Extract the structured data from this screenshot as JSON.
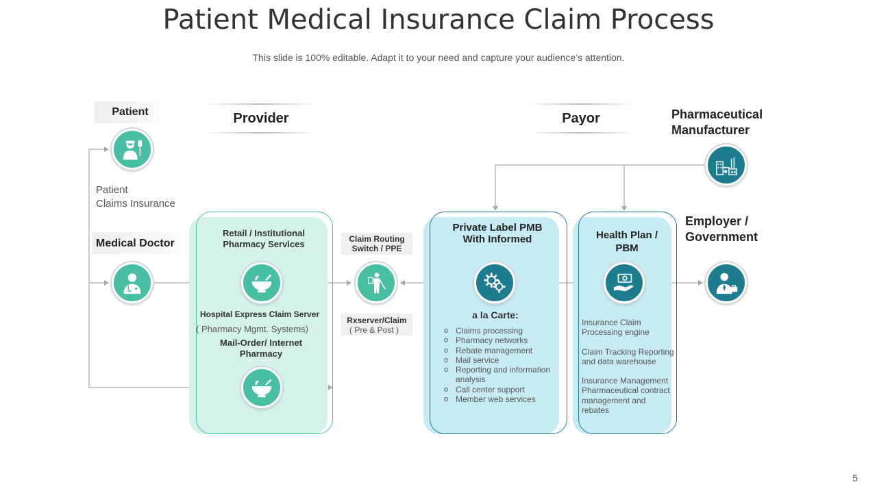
{
  "title": "Patient Medical Insurance Claim Process",
  "subtitle": "This slide is 100% editable. Adapt it to your need and capture your audience’s attention.",
  "page_number": "5",
  "colors": {
    "teal": "#48bfa3",
    "dark_teal": "#1d7d8e",
    "mint_panel": "#d4f1ea",
    "blue_panel": "#c7ebf2"
  },
  "left": {
    "patient_label": "Patient",
    "patient_claims": [
      "Patient",
      "Claims Insurance"
    ],
    "doctor_label": "Medical Doctor"
  },
  "sections": {
    "provider": "Provider",
    "payor": "Payor"
  },
  "provider_panel": {
    "top_title": "Retail / Institutional Pharmacy Services",
    "server_label": "Hospital Express Claim Server",
    "server_sub": "( Pharmacy Mgmt. Systems)",
    "mail_title": "Mail-Order/ Internet Pharmacy"
  },
  "switch": {
    "title": "Claim Routing Switch / PPE",
    "bottom_title": "Rxserver/Claim",
    "bottom_sub": "( Pre & Post )"
  },
  "private_label": {
    "title": "Private Label PMB With Informed",
    "carte_title": "a la Carte:",
    "items": [
      "Claims processing",
      "Pharmacy networks",
      "Rebate management",
      "Mail service",
      "Reporting and information analysis",
      "Call center support",
      "Member web services"
    ]
  },
  "health_plan": {
    "title": "Health Plan / PBM",
    "desc1": "Insurance Claim Processing engine",
    "desc2": "Claim Tracking Reporting and data warehouse",
    "desc3": "Insurance Management Pharmaceutical contract management and rebates"
  },
  "right": {
    "pharma_label": "Pharmaceutical Manufacturer",
    "employer_label": "Employer / Government"
  },
  "icons": {
    "patient": "patient-icon",
    "doctor": "doctor-icon",
    "pharmacy": "mortar-pestle-icon",
    "switch": "worker-icon",
    "gears": "gears-icon",
    "payment": "money-hand-icon",
    "factory": "factory-icon",
    "businessman": "businessman-icon"
  }
}
